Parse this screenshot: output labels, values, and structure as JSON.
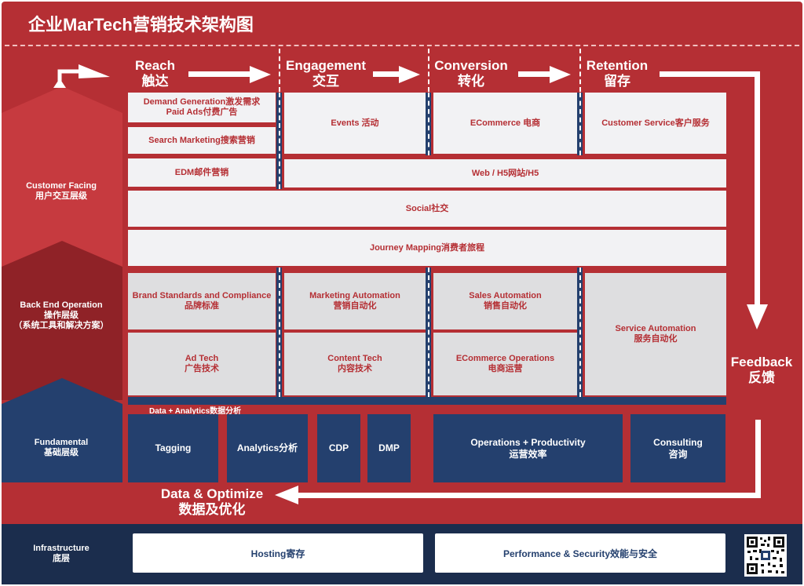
{
  "title": "企业MarTech营销技术架构图",
  "stages": [
    {
      "en": "Reach",
      "zh": "触达"
    },
    {
      "en": "Engagement",
      "zh": "交互"
    },
    {
      "en": "Conversion",
      "zh": "转化"
    },
    {
      "en": "Retention",
      "zh": "留存"
    }
  ],
  "layers": {
    "customer_facing": {
      "en": "Customer Facing",
      "zh": "用户交互层级"
    },
    "back_end": {
      "en": "Back End Operation",
      "zh": "操作层级",
      "sub": "（系统工具和解决方案）"
    },
    "fundamental": {
      "en": "Fundamental",
      "zh": "基础层级"
    },
    "infrastructure": {
      "en": "Infrastructure",
      "zh": "底层"
    }
  },
  "customer_facing": {
    "demand_gen": "Demand Generation激发需求",
    "paid_ads": "Paid Ads付费广告",
    "search": "Search Marketing搜索营销",
    "edm": "EDM邮件营销",
    "events": "Events 活动",
    "ecommerce": "ECommerce  电商",
    "customer_service": "Customer Service客户服务",
    "web": "Web / H5网站/H5",
    "social": "Social社交",
    "journey": "Journey Mapping消费者旅程"
  },
  "back_end": {
    "brand_en": "Brand Standards and Compliance",
    "brand_zh": "品牌标准",
    "ma_en": "Marketing Automation",
    "ma_zh": "营销自动化",
    "sa_en": "Sales Automation",
    "sa_zh": "销售自动化",
    "service_en": "Service Automation",
    "service_zh": "服务自动化",
    "adtech_en": "Ad Tech",
    "adtech_zh": "广告技术",
    "content_en": "Content Tech",
    "content_zh": "内容技术",
    "ecops_en": "ECommerce Operations",
    "ecops_zh": "电商运营"
  },
  "fundamental": {
    "data_analytics_label": "Data + Analytics数据分析",
    "tagging": "Tagging",
    "analytics": "Analytics分析",
    "cdp": "CDP",
    "dmp": "DMP",
    "ops_en": "Operations + Productivity",
    "ops_zh": "运营效率",
    "consulting_en": "Consulting",
    "consulting_zh": "咨询"
  },
  "feedback": {
    "en": "Feedback",
    "zh": "反馈"
  },
  "data_optimize": {
    "en": "Data & Optimize",
    "zh": "数据及优化"
  },
  "infrastructure": {
    "hosting": "Hosting寄存",
    "performance": "Performance & Security效能与安全"
  },
  "colors": {
    "red": "#b52f34",
    "navy": "#24406e",
    "dark_navy": "#1b2d4d",
    "gray": "#e9e9eb"
  }
}
